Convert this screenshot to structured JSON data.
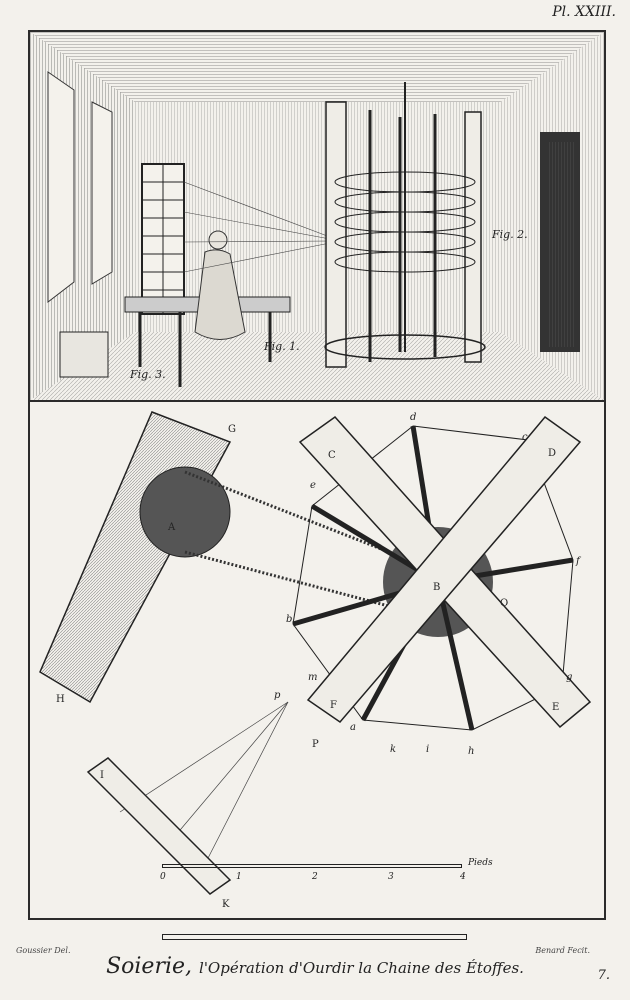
{
  "plate": {
    "number": "Pl. XXIII."
  },
  "top_panel": {
    "labels": {
      "fig1": "Fig. 1.",
      "fig2": "Fig. 2.",
      "fig3": "Fig. 3."
    }
  },
  "bottom_panel": {
    "letters_upper": {
      "A": "A",
      "B": "B",
      "C": "C",
      "D": "D",
      "E": "E",
      "F": "F",
      "G": "G",
      "H": "H",
      "I": "I",
      "K": "K",
      "O": "O",
      "P": "P"
    },
    "letters_lower": {
      "a": "a",
      "b": "b",
      "c": "c",
      "d": "d",
      "e": "e",
      "f": "f",
      "g": "g",
      "h": "h",
      "i": "i",
      "k": "k",
      "m": "m",
      "p": "p"
    },
    "scale": {
      "ticks": [
        "0",
        "1",
        "2",
        "3",
        "4"
      ],
      "unit": "Pieds"
    }
  },
  "credits": {
    "left": "Goussier Del.",
    "right": "Benard Fecit."
  },
  "title": {
    "main": "Soierie,",
    "sub": "l'Opération d'Ourdir la Chaine des Étoffes."
  },
  "page_number": "7."
}
